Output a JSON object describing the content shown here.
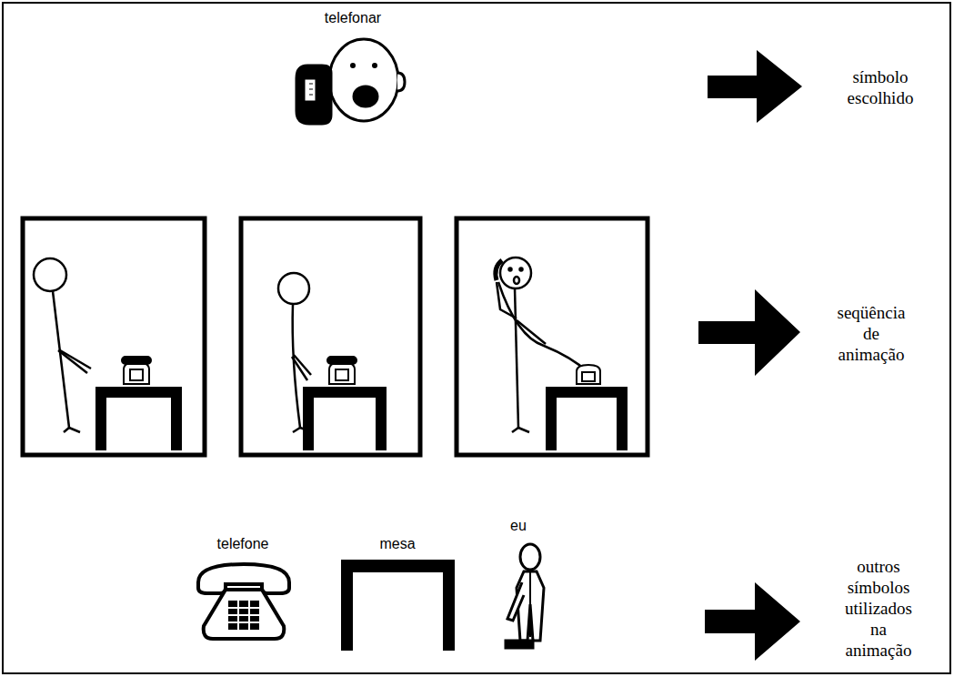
{
  "diagram": {
    "labels": [
      "telefonar",
      "símbolo escolhido",
      "seqüência de animação",
      "telefone",
      "mesa",
      "eu",
      "outros símbolos utilizados na animação"
    ]
  }
}
